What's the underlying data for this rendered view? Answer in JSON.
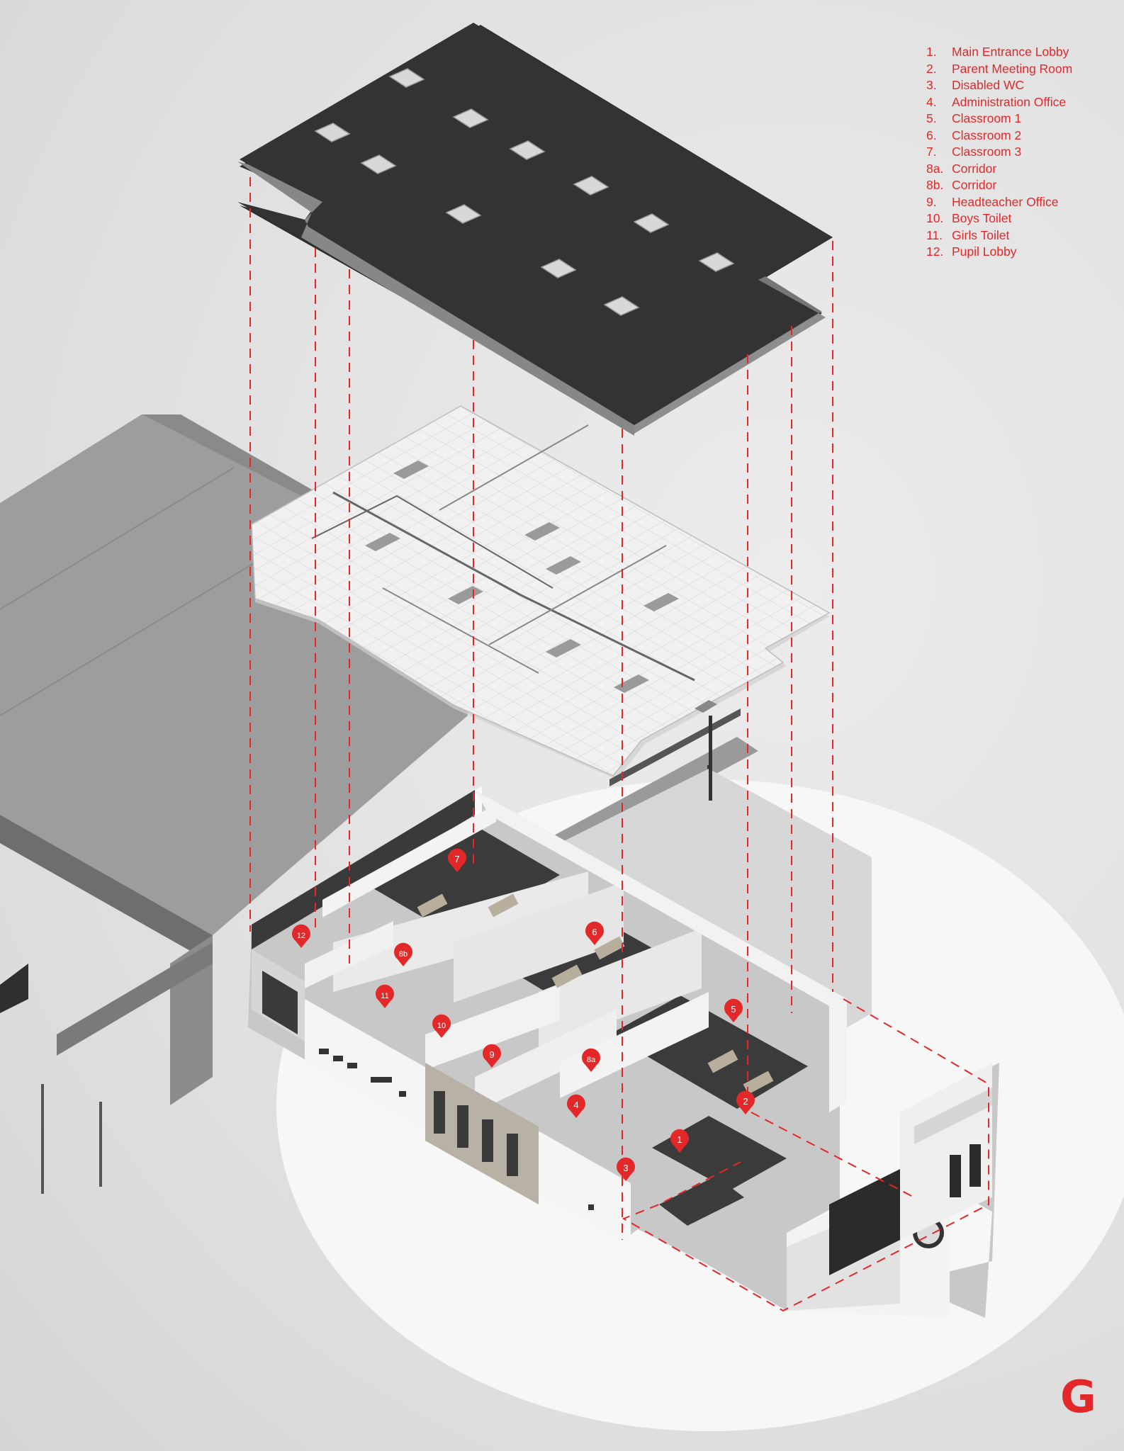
{
  "legend": [
    {
      "num": "1.",
      "label": "Main Entrance Lobby"
    },
    {
      "num": "2.",
      "label": "Parent Meeting Room"
    },
    {
      "num": "3.",
      "label": "Disabled WC"
    },
    {
      "num": "4.",
      "label": "Administration Office"
    },
    {
      "num": "5.",
      "label": "Classroom 1"
    },
    {
      "num": "6.",
      "label": "Classroom 2"
    },
    {
      "num": "7.",
      "label": "Classroom 3"
    },
    {
      "num": "8a.",
      "label": "Corridor"
    },
    {
      "num": "8b.",
      "label": "Corridor"
    },
    {
      "num": "9.",
      "label": "Headteacher Office"
    },
    {
      "num": "10.",
      "label": "Boys Toilet"
    },
    {
      "num": "11.",
      "label": "Girls Toilet"
    },
    {
      "num": "12.",
      "label": "Pupil Lobby"
    }
  ],
  "markers": [
    "1",
    "2",
    "3",
    "4",
    "5",
    "6",
    "7",
    "8a",
    "8b",
    "9",
    "10",
    "11",
    "12"
  ],
  "logo": "G",
  "colors": {
    "accent": "#e3282a",
    "roof": "#2f2f2f",
    "background": "#e4e4e4"
  }
}
